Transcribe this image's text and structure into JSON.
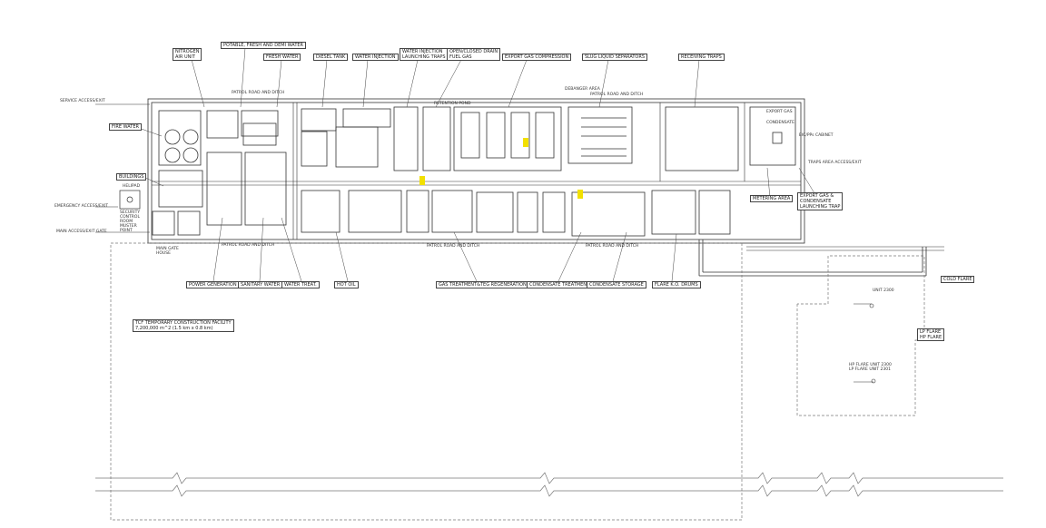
{
  "colors": {
    "line": "#333333",
    "highlight": "#f2e000",
    "grid": "#777777"
  },
  "callouts": {
    "nitrogen": "NITROGEN\nAIR UNIT",
    "potable": "POTABLE, FRESH AND DEMI WATER",
    "fresh_water": "FRESH WATER",
    "diesel": "DIESEL TANK",
    "water_injection": "WATER INJECTION",
    "water_injection_traps": "WATER INJECTION\nLAUNCHING TRAPS",
    "drain": "OPEN/CLOSED DRAIN\nFUEL GAS",
    "export_gas_comp": "EXPORT GAS COMPRESSION",
    "slug": "SLUG LIQUID SEPARATORS",
    "receiving": "RECEIVING TRAPS",
    "fire_water": "FIRE WATER",
    "buildings": "BUILDINGS",
    "power": "POWER GENERATION",
    "sanitary": "SANITARY WATER",
    "water_treat": "WATER TREAT.",
    "hot_oil": "HOT OIL",
    "gas_treat": "GAS TREATMENT&TEG REGENERATION",
    "condensate_treat": "CONDENSATE TREATMENT",
    "condensate_storage": "CONDENSATE STORAGE",
    "flare_ko": "FLARE K.O. DRUMS",
    "metering": "METERING AREA",
    "export_gas_cond": "EXPORT GAS &\nCONDENSATE\nLAUNCHING TRAP",
    "cold_flare": "COLD FLARE",
    "lp_hp_flare": "LP FLARE\nHP FLARE",
    "tcf": "TCF TEMPORARY CONSTRUCTION FACILITY\n7,200,000 m^2 (1.5 km x 0.8 km)"
  },
  "texts": {
    "service_access": "SERVICE ACCESS/EXIT",
    "emergency_access": "EMERGENCY ACCESS/EXIT",
    "main_access": "MAIN ACCESS/EXIT GATE",
    "main_gate_house": "MAIN GATE\nHOUSE",
    "helipad": "HELIPAD",
    "security": "SECURITY\nCONTROL\nROOM\nMUSTER\nPOINT",
    "patrol_top": "PATROL ROAD AND DITCH",
    "patrol_top_right": "PATROL ROAD AND DITCH",
    "patrol_bottom_left": "PATROL ROAD AND DITCH",
    "patrol_bottom_mid": "PATROL ROAD AND DITCH",
    "patrol_bottom_right": "PATROL ROAD AND DITCH",
    "retention_pond": "RETENTION POND",
    "debanger": "DEBANGER AREA",
    "export_gas_cvf": "EXPORT GAS",
    "condensate_cvf": "CONDENSATE",
    "eicpp": "EIC/PPs CABINET",
    "traps_access": "TRAPS AREA ACCESS/EXIT",
    "unit_2300": "UNIT 2300",
    "flare_units": "HP FLARE UNIT 2300\nLP FLARE UNIT 2301"
  }
}
